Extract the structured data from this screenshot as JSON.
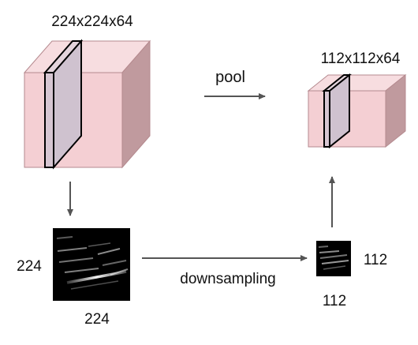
{
  "labels": {
    "input_volume": "224x224x64",
    "output_volume": "112x112x64",
    "pool": "pool",
    "downsampling": "downsampling",
    "input_height": "224",
    "input_width": "224",
    "output_height": "112",
    "output_width": "112"
  },
  "colors": {
    "cube_front": "#f4cfd3",
    "cube_top": "#f7dde0",
    "cube_side": "#c09a9e",
    "cube_edge": "#b58a8f",
    "slice_fill": "#cfc2cf",
    "slice_edge": "#000000",
    "arrow": "#555555",
    "text": "#111111"
  },
  "icons": {
    "input_feature_map": "grayscale-activation-map-thumbnail",
    "output_feature_map": "grayscale-activation-map-thumbnail-small"
  }
}
